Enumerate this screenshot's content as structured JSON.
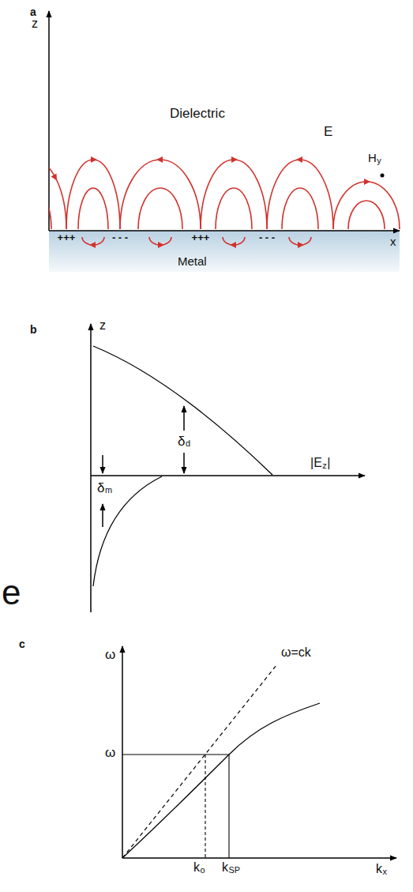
{
  "diagram": {
    "nodes": [
      {
        "text": [
          "Metal"
        ]
      }
    ],
    "labels": [
      "a",
      "z",
      "Dielectric",
      "E",
      "H",
      "y",
      "+++",
      "- - -",
      "+++",
      "- - -",
      "x",
      "b",
      "z",
      "δ",
      "d",
      "|E",
      "z",
      "|",
      "δ",
      "m",
      "e",
      "c",
      "ω",
      "ω=ck",
      "ω",
      "k",
      "o",
      "k",
      "SP",
      "k",
      "x"
    ]
  }
}
